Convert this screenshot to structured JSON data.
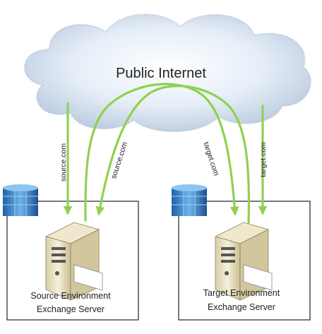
{
  "cloud": {
    "label": "Public Internet"
  },
  "servers": [
    {
      "line1": "Source Environment",
      "line2": "Exchange Server"
    },
    {
      "line1": "Target Environment",
      "line2": "Exchange Server"
    }
  ],
  "flows": [
    {
      "label": "source.com"
    },
    {
      "label": "source.com"
    },
    {
      "label": "target.com"
    },
    {
      "label": "target.com"
    }
  ],
  "colors": {
    "arrow": "#8fd14f",
    "box_border": "#222222",
    "cloud": "#d7e6f3"
  }
}
